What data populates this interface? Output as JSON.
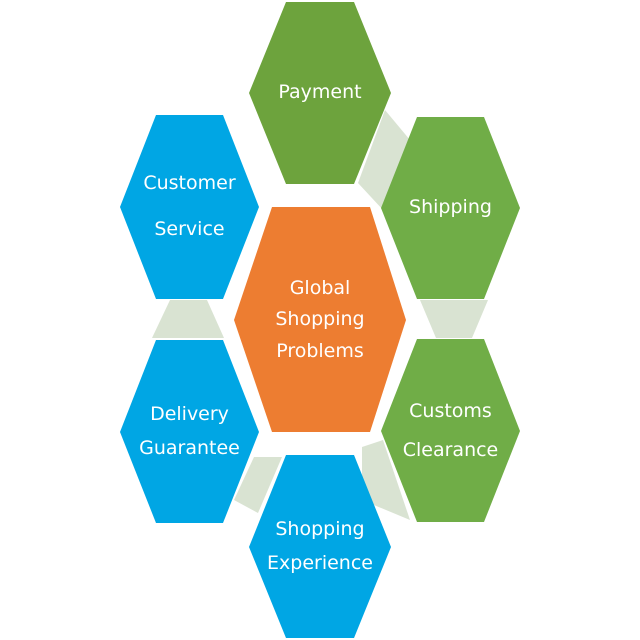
{
  "colors": {
    "center": "#ED7D31",
    "blue": "#00A6E4",
    "green_dark": "#6DA33D",
    "green": "#70AD47",
    "connector": "#D9E3D2"
  },
  "nodes": {
    "center": {
      "lines": [
        "Global",
        "Shopping",
        "Problems"
      ]
    },
    "payment": {
      "lines": [
        "Payment"
      ]
    },
    "shipping": {
      "lines": [
        "Shipping"
      ]
    },
    "customs": {
      "lines": [
        "Customs",
        "Clearance"
      ]
    },
    "shopping": {
      "lines": [
        "Shopping",
        "Experience"
      ]
    },
    "delivery": {
      "lines": [
        "Delivery",
        "Guarantee"
      ]
    },
    "customer": {
      "lines": [
        "Customer",
        "Service"
      ]
    }
  }
}
